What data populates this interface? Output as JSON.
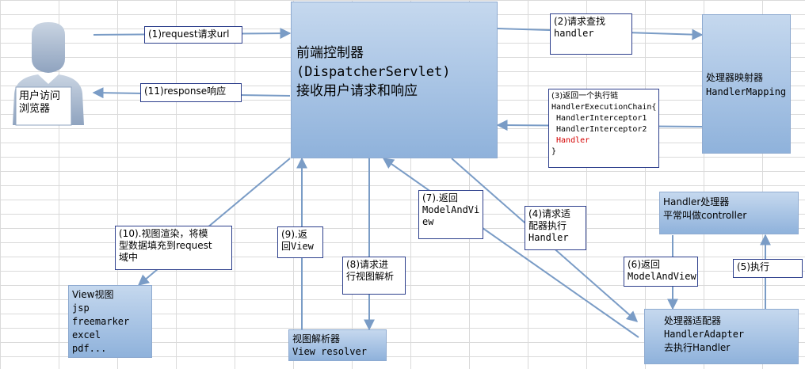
{
  "colors": {
    "box_fill": "#a7c3e4",
    "arrow": "#7a9cc6",
    "label_border": "#2d3f8c",
    "highlight": "#d40000"
  },
  "user": {
    "icon": "user-icon",
    "lines": [
      "用户访问",
      "浏览器"
    ]
  },
  "dispatcher": {
    "lines": [
      "前端控制器",
      "(DispatcherServlet)",
      "接收用户请求和响应"
    ]
  },
  "handler_mapping": {
    "lines": [
      "处理器映射器",
      "HandlerMapping"
    ]
  },
  "handler": {
    "lines": [
      "Handler处理器",
      "平常叫做controller"
    ]
  },
  "handler_adapter": {
    "lines": [
      "处理器适配器",
      "HandlerAdapter",
      "去执行Handler"
    ]
  },
  "view_resolver": {
    "lines": [
      "视图解析器",
      "View resolver"
    ]
  },
  "view": {
    "lines": [
      "View视图",
      "jsp",
      "freemarker",
      "excel",
      "pdf..."
    ]
  },
  "labels": {
    "l1": [
      "(1)request请求url"
    ],
    "l2": [
      "(2)请求查找",
      "handler"
    ],
    "l3": [
      "(3)返回一个执行链",
      "HandlerExecutionChain{",
      " HandlerInterceptor1",
      " HandlerInterceptor2",
      " Handler",
      "}"
    ],
    "l4": [
      "(4)请求适",
      "配器执行",
      "Handler"
    ],
    "l5": [
      "(5)执行"
    ],
    "l6": [
      "(6)返回",
      "ModelAndView"
    ],
    "l7": [
      "(7).返回",
      "ModelAndVi",
      "ew"
    ],
    "l8": [
      "(8)请求进",
      "行视图解析"
    ],
    "l9": [
      "(9).返",
      "回View"
    ],
    "l10": [
      "(10).视图渲染，将模",
      "型数据填充到request",
      "域中"
    ],
    "l11": [
      "(11)response响应"
    ]
  }
}
